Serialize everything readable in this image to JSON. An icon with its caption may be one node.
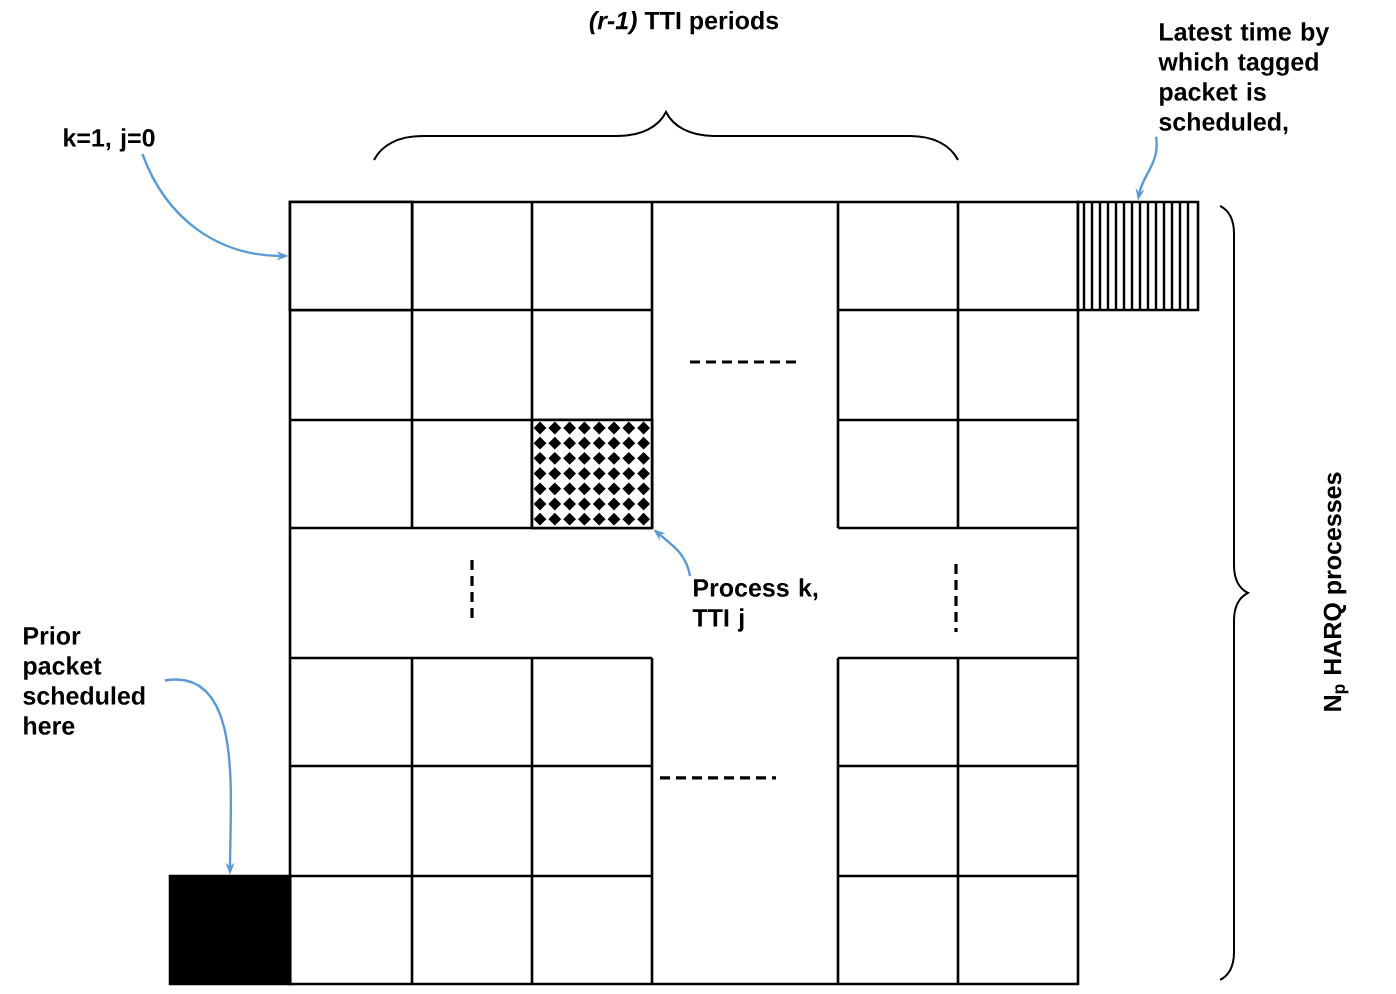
{
  "diagram": {
    "nodes": [
      {
        "text": [
          "k=1, j=0"
        ]
      },
      {
        "text": [
          "Latest time by which tagged packet is scheduled,"
        ]
      },
      {
        "text": [
          "Process k, TTI j"
        ]
      },
      {
        "text": [
          "Prior packet scheduled here"
        ]
      },
      {
        "text": [],
        "shape": "box"
      },
      {
        "text": [],
        "shape": "box"
      },
      {
        "text": [],
        "shape": "box"
      },
      {
        "text": [],
        "shape": "box"
      }
    ],
    "edges": [
      {
        "from": 0,
        "to": 4,
        "arrow": "to"
      },
      {
        "from": 1,
        "to": 5,
        "arrow": "to"
      },
      {
        "from": 2,
        "to": 6,
        "arrow": "to"
      },
      {
        "from": 3,
        "to": 7,
        "arrow": "to"
      }
    ],
    "labels": [
      "*(r-1)* TTI periods",
      "N$_{p}$  HARQ processes"
    ]
  }
}
